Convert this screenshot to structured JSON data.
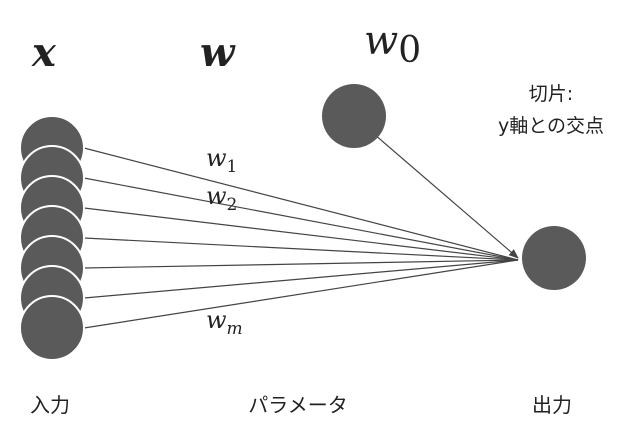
{
  "symbols": {
    "x": "x",
    "w": "w",
    "w0_base": "w",
    "w0_sub": "0",
    "w1_base": "w",
    "w1_sub": "1",
    "w2_base": "w",
    "w2_sub": "2",
    "wm_base": "w",
    "wm_sub": "m"
  },
  "intercept_label": {
    "line1": "切片:",
    "line2": "y軸との交点"
  },
  "bottom_labels": {
    "input": "入力",
    "parameters": "パラメータ",
    "output": "出力"
  },
  "colors": {
    "node_fill": "#5a5a5a",
    "node_stroke": "#ffffff",
    "line": "#444444",
    "text": "#222222"
  }
}
